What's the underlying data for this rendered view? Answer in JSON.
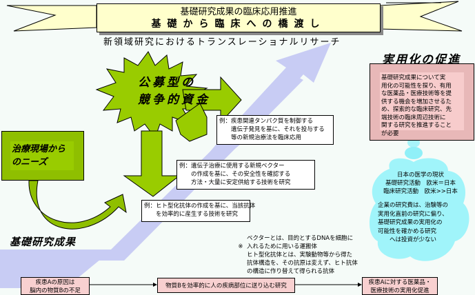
{
  "banner": {
    "title": "基礎研究成果の臨床応用推進",
    "subtitle": "基礎から臨床への橋渡し"
  },
  "heading": "新領域研究におけるトランスレーショナルリサーチ",
  "funding_burst": {
    "line1": "公募型の",
    "line2": "競争的資金"
  },
  "needs_box": {
    "line1": "治療現場から",
    "line2": "のニーズ"
  },
  "basic_research_label": "基礎研究成果",
  "practical_label": "実用化の促進",
  "practical_box": {
    "lines": [
      "基礎研究成果について実",
      "用化の可能性を探り、有用",
      "な医薬品・医療技術等を提",
      "供する機会を増加させるた",
      "め、探索的な臨床研究、先",
      "端技術の臨床周辺技術に",
      "関する研究を推進すること",
      "が必要"
    ]
  },
  "examples": [
    {
      "lines": [
        "例：疾患関連タンパク質を制御する",
        "　　遺伝子発見を基に、それを投与する",
        "　　等の新規治療法を臨床応用"
      ]
    },
    {
      "lines": [
        "例：遺伝子治療に使用する新規ベクター",
        "　　の作成を基に、その安全性を確認する",
        "　　方法・大量に安定供給する技術を研究"
      ]
    },
    {
      "lines": [
        "例：ヒト型化抗体の作成を基に、当該抗体",
        "　　を効率的に産生する技術を研究"
      ]
    }
  ],
  "cloud": {
    "status_lines": [
      "日本の医学の現状",
      "基礎研究活動　欧米＝日本",
      "臨床研究活動　欧米>>日本"
    ],
    "comment_lines": [
      "企業の研究費は、治験等の",
      "実用化直前の研究に偏り、",
      "基礎研究成果の実用化の",
      "可能性を確かめる研究",
      "　　へは投資が少ない"
    ]
  },
  "note": {
    "mark": "※",
    "lines": [
      "ベクターとは、目的とするDNAを細胞に",
      "入れるために用いる運搬体",
      "ヒト型化抗体とは、実験動物等から得た",
      "抗体構造を、その抗原は変えず、ヒト抗体",
      "の構造に作り替えて得られる抗体"
    ]
  },
  "flow": [
    {
      "lines": [
        "疾患Aの原因は",
        "脳内の物質Bの不足"
      ]
    },
    {
      "lines": [
        "物質Bを効率的に人の疾病部位に送り込む研究"
      ]
    },
    {
      "lines": [
        "疾患Aに対する医薬品・",
        "医療技術の実用化促進"
      ]
    }
  ],
  "colors": {
    "background": "#f5fbf8",
    "green": "#99cc00",
    "dark_green": "#6b9900",
    "lavender_arrow": "#c8ccf4",
    "pink_box": "#f7cccc",
    "cloud": "#80f0f8",
    "banner": "#ffffcc"
  }
}
